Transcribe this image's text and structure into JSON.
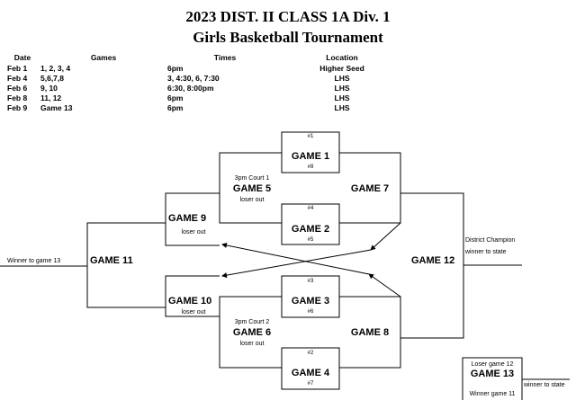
{
  "title": {
    "line1": "2023 DIST. II CLASS 1A Div. 1",
    "line2": "Girls Basketball Tournament"
  },
  "schedule": {
    "headers": {
      "date": "Date",
      "games": "Games",
      "times": "Times",
      "location": "Location"
    },
    "rows": [
      {
        "date": "Feb 1",
        "games": "1, 2, 3, 4",
        "times": "6pm",
        "location": "Higher Seed"
      },
      {
        "date": "Feb 4",
        "games": "5,6,7,8",
        "times": "3, 4:30, 6, 7:30",
        "location": "LHS"
      },
      {
        "date": "Feb 6",
        "games": "9, 10",
        "times": "6:30, 8:00pm",
        "location": "LHS"
      },
      {
        "date": "Feb 8",
        "games": "11, 12",
        "times": "6pm",
        "location": "LHS"
      },
      {
        "date": "Feb 9",
        "games": "Game 13",
        "times": "6pm",
        "location": "LHS"
      }
    ]
  },
  "bracket": {
    "g1": {
      "label": "GAME 1",
      "top": "#1",
      "bottom": "#8"
    },
    "g2": {
      "label": "GAME 2",
      "top": "#4",
      "bottom": "#5"
    },
    "g3": {
      "label": "GAME 3",
      "top": "#3",
      "bottom": "#6"
    },
    "g4": {
      "label": "GAME 4",
      "top": "#2",
      "bottom": "#7"
    },
    "g5": {
      "label": "GAME 5",
      "note": "3pm Court 1",
      "sub": "loser out"
    },
    "g6": {
      "label": "GAME 6",
      "note": "3pm Court 2",
      "sub": "loser out"
    },
    "g7": {
      "label": "GAME 7"
    },
    "g8": {
      "label": "GAME 8"
    },
    "g9": {
      "label": "GAME 9",
      "sub": "loser out"
    },
    "g10": {
      "label": "GAME 10",
      "sub": "loser out"
    },
    "g11": {
      "label": "GAME 11",
      "out": "Winner to game 13"
    },
    "g12": {
      "label": "GAME 12",
      "out1": "District Champion",
      "out2": "winner to state"
    },
    "g13": {
      "label": "GAME 13",
      "top": "Loser game 12",
      "bottom": "Winner game 11",
      "out": "winner to state"
    }
  }
}
